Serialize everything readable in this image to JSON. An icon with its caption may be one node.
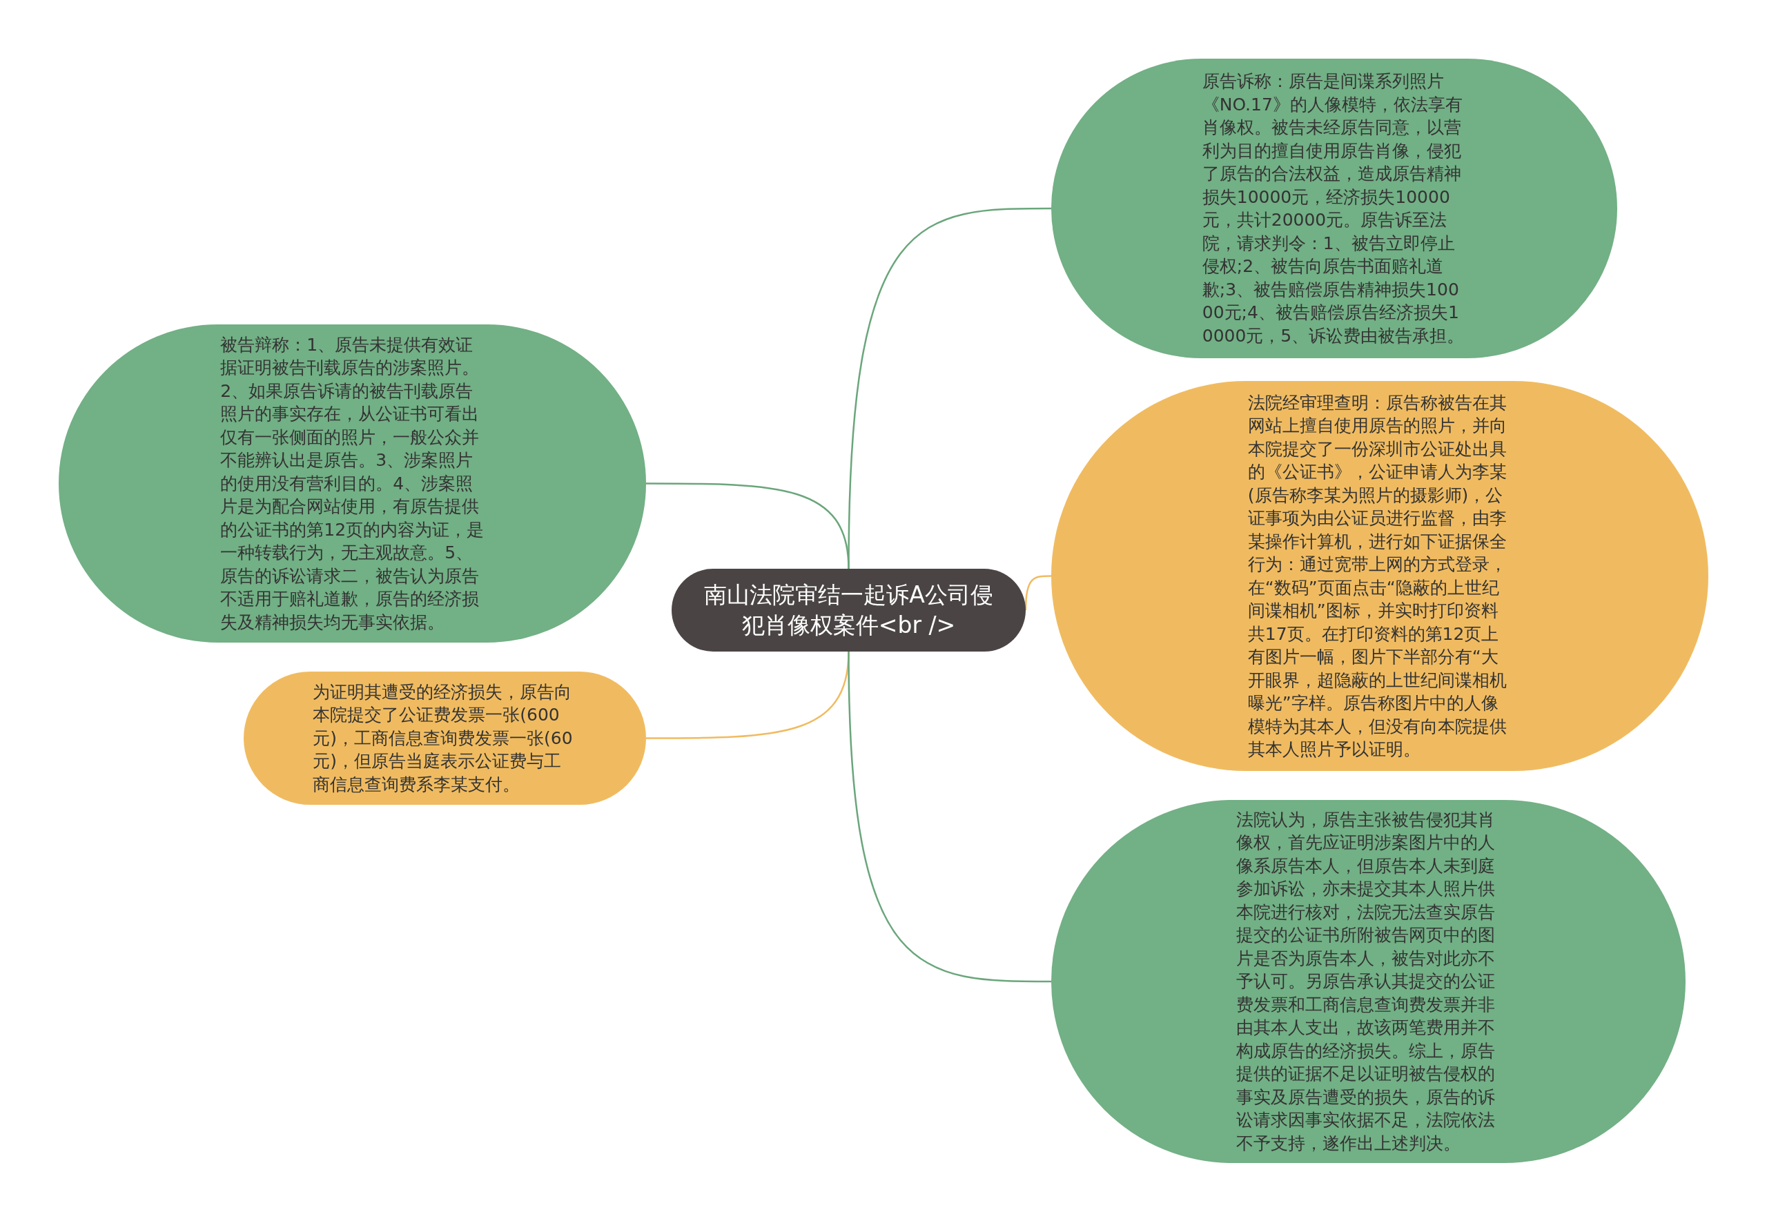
{
  "diagram": {
    "nodes": [
      {
        "text": [
          "南山法院审结一起诉A公司侵犯肖像权案件<br />"
        ]
      },
      {
        "text": [
          "原告诉称：原告是间谍系列照片《NO.17》的人像模特，依法享有肖像权。被告未经原告同意，以营利为目的擅自使用原告肖像，侵犯了原告的合法权益，造成原告精神损失10000元，经济损失10000元，共计20000元。原告诉至法院，请求判令：1、被告立即停止侵权;2、被告向原告书面赔礼道歉;3、被告赔偿原告精神损失10000元;4、被告赔偿原告经济损失10000元，5、诉讼费由被告承担。"
        ]
      },
      {
        "text": [
          "被告辩称：1、原告未提供有效证据证明被告刊载原告的涉案照片。2、如果原告诉请的被告刊载原告照片的事实存在，从公证书可看出仅有一张侧面的照片，一般公众并不能辨认出是原告。3、涉案照片的使用没有营利目的。4、涉案照片是为配合网站使用，有原告提供的公证书的第12页的内容为证，是一种转载行为，无主观故意。5、原告的诉讼请求二，被告认为原告不适用于赔礼道歉，原告的经济损失及精神损失均无事实依据。"
        ]
      },
      {
        "text": [
          "法院经审理查明：原告称被告在其网站上擅自使用原告的照片，并向本院提交了一份深圳市公证处出具的《公证书》，公证申请人为李某(原告称李某为照片的摄影师)，公证事项为由公证员进行监督，由李某操作计算机，进行如下证据保全行为：通过宽带上网的方式登录，在“数码”页面点击“隐蔽的上世纪间谍相机”图标，并实时打印资料共17页。在打印资料的第12页上有图片一幅，图片下半部分有“大开眼界，超隐蔽的上世纪间谍相机曝光”字样。原告称图片中的人像模特为其本人，但没有向本院提供其本人照片予以证明。"
        ]
      },
      {
        "text": [
          "为证明其遭受的经济损失，原告向本院提交了公证费发票一张(600元)，工商信息查询费发票一张(60元)，但原告当庭表示公证费与工商信息查询费系李某支付。"
        ]
      },
      {
        "text": [
          "法院认为，原告主张被告侵犯其肖像权，首先应证明涉案图片中的人像系原告本人，但原告本人未到庭参加诉讼，亦未提交其本人照片供本院进行核对，法院无法查实原告提交的公证书所附被告网页中的图片是否为原告本人，被告对此亦不予认可。另原告承认其提交的公证费发票和工商信息查询费发票并非由其本人支出，故该两笔费用并不构成原告的经济损失。综上，原告提供的证据不足以证明被告侵权的事实及原告遭受的损失，原告的诉讼请求因事实依据不足，法院依法不予支持，遂作出上述判决。"
        ]
      }
    ],
    "edges": [
      {
        "from": 0,
        "to": 1,
        "arrow": "none"
      },
      {
        "from": 0,
        "to": 2,
        "arrow": "none"
      },
      {
        "from": 0,
        "to": 3,
        "arrow": "none",
        "color": "#f0bb60"
      },
      {
        "from": 0,
        "to": 4,
        "arrow": "none",
        "color": "#f0bb60"
      },
      {
        "from": 0,
        "to": 5,
        "arrow": "none"
      }
    ]
  }
}
